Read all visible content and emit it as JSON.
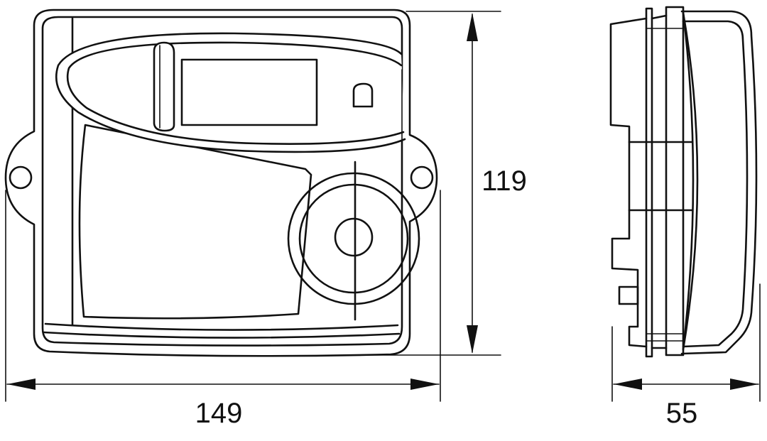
{
  "dimensions": {
    "width": "149",
    "height": "119",
    "depth": "55"
  },
  "colors": {
    "stroke": "#111111",
    "background": "#ffffff"
  }
}
